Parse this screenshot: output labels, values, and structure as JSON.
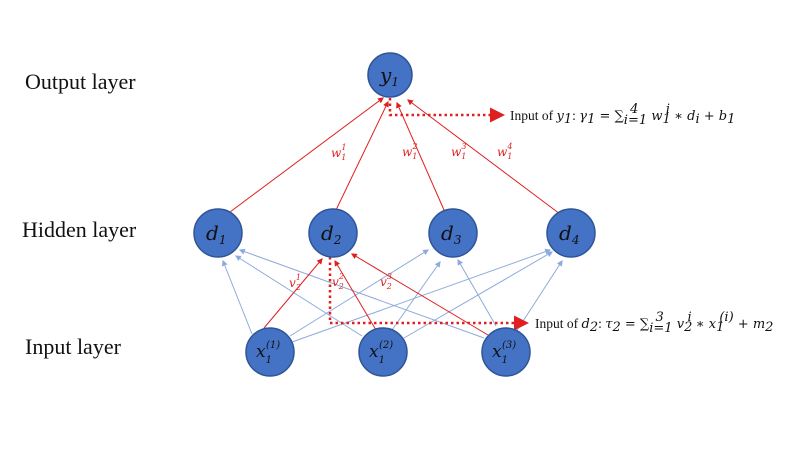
{
  "layers": {
    "output": "Output layer",
    "hidden": "Hidden layer",
    "input": "Input layer"
  },
  "nodes": {
    "y1": {
      "base": "y",
      "sub": "1"
    },
    "d1": {
      "base": "d",
      "sub": "1"
    },
    "d2": {
      "base": "d",
      "sub": "2"
    },
    "d3": {
      "base": "d",
      "sub": "3"
    },
    "d4": {
      "base": "d",
      "sub": "4"
    },
    "x1": {
      "base": "x",
      "sub": "1",
      "sup": "(1)"
    },
    "x2": {
      "base": "x",
      "sub": "1",
      "sup": "(2)"
    },
    "x3": {
      "base": "x",
      "sub": "1",
      "sup": "(3)"
    }
  },
  "weights_output": [
    {
      "base": "w",
      "sub": "1",
      "sup": "1"
    },
    {
      "base": "w",
      "sub": "1",
      "sup": "2"
    },
    {
      "base": "w",
      "sub": "1",
      "sup": "3"
    },
    {
      "base": "w",
      "sub": "1",
      "sup": "4"
    }
  ],
  "weights_hidden": [
    {
      "base": "v",
      "sub": "2",
      "sup": "1"
    },
    {
      "base": "v",
      "sub": "2",
      "sup": "2"
    },
    {
      "base": "v",
      "sub": "2",
      "sup": "3"
    }
  ],
  "annotations": {
    "output": {
      "prefix": "Input of ",
      "target": {
        "base": "y",
        "sub": "1"
      },
      "colon": ": ",
      "gamma": "γ",
      "gamma_sub": "1",
      "eq": " = ",
      "sum": "∑",
      "sum_sub": "i=1",
      "sum_sup": "4",
      "t1": "w",
      "t1_sub": "1",
      "t1_sup": "i",
      "op": " ∗ ",
      "t2": "d",
      "t2_sub": "i",
      "plus": " + ",
      "t3": "b",
      "t3_sub": "1"
    },
    "hidden": {
      "prefix": "Input of ",
      "target": {
        "base": "d",
        "sub": "2"
      },
      "colon": ": ",
      "tau": "τ",
      "tau_sub": "2",
      "eq": " = ",
      "sum": "∑",
      "sum_sub": "i=1",
      "sum_sup": "3",
      "t1": "v",
      "t1_sub": "2",
      "t1_sup": "i",
      "op": " ∗ ",
      "t2": "x",
      "t2_sub": "1",
      "t2_sup": "(i)",
      "plus": " + ",
      "t3": "m",
      "t3_sub": "2"
    }
  },
  "colors": {
    "node_fill": "#4472c4",
    "node_stroke": "#2f5597",
    "red": "#e02020",
    "blue_edge": "#8eaadb"
  }
}
